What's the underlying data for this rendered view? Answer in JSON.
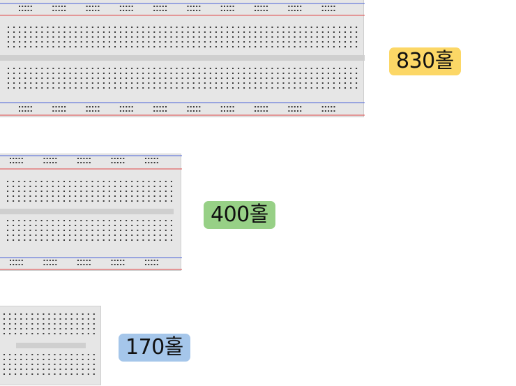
{
  "boards": [
    {
      "name": "breadboard-830",
      "label": "830홀",
      "badge_color": "#fcd766"
    },
    {
      "name": "breadboard-400",
      "label": "400홀",
      "badge_color": "#97d086"
    },
    {
      "name": "breadboard-170",
      "label": "170홀",
      "badge_color": "#a5c6ea"
    }
  ],
  "colors": {
    "board": "#e6e6e6",
    "hole": "#3a3a3a",
    "rail_blue": "#4a62d8",
    "rail_red": "#e04848",
    "center_channel": "#cfcfcf"
  }
}
